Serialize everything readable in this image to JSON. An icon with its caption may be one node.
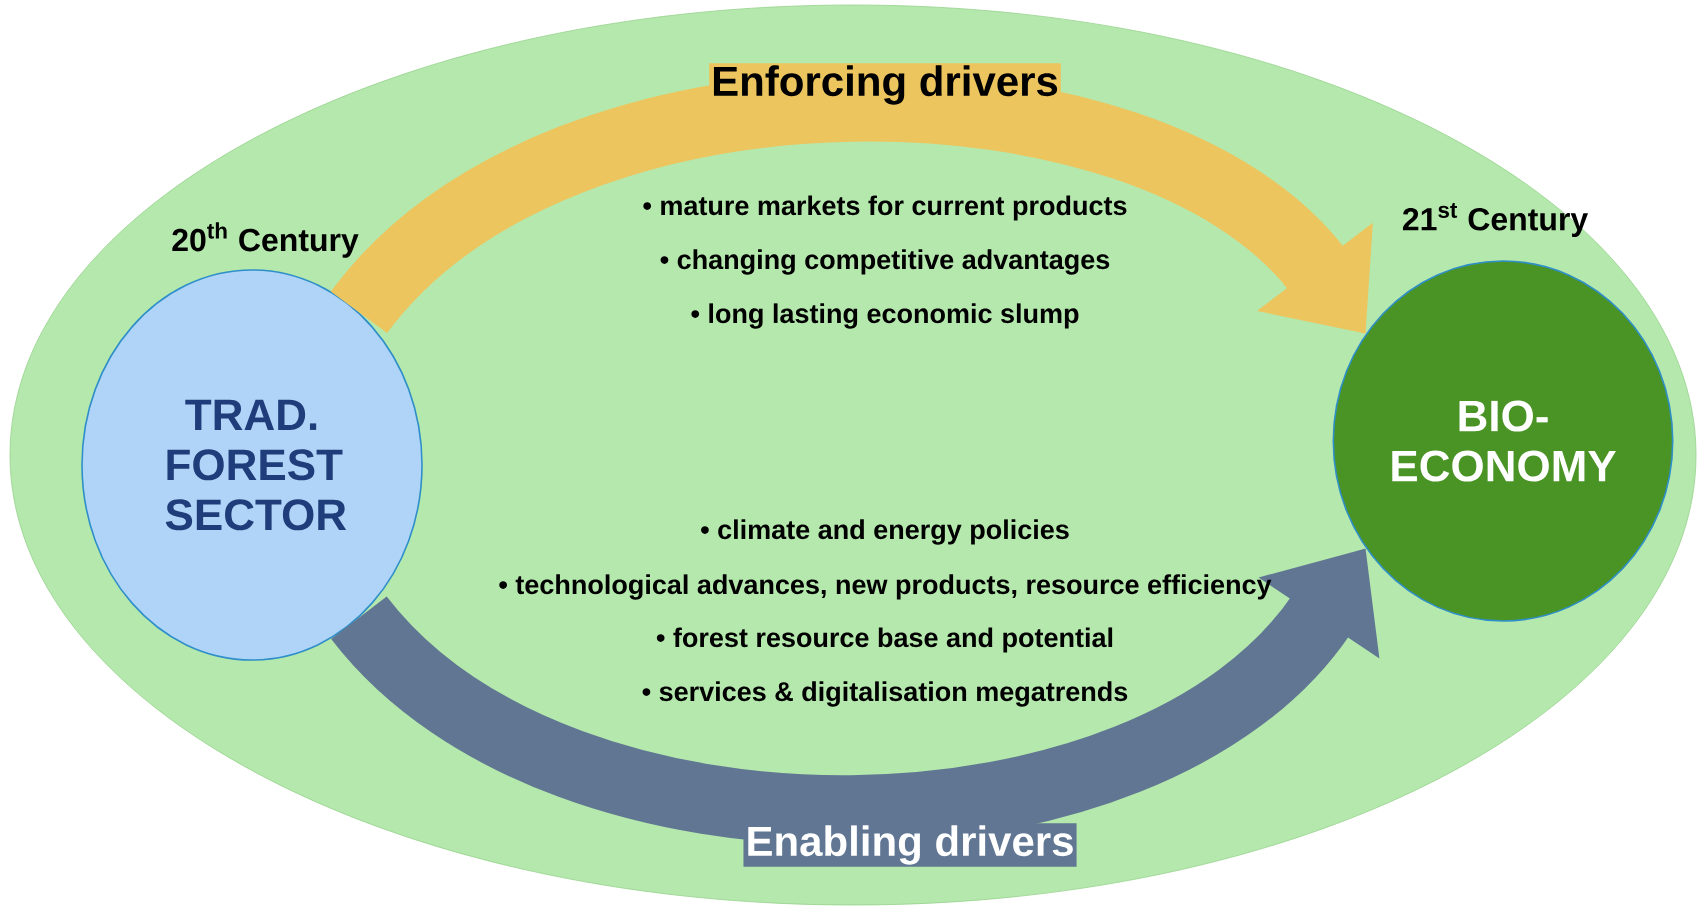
{
  "diagram": {
    "nodes": [
      {
        "text": [
          "TRAD. FOREST SECTOR"
        ],
        "beside": [
          "20$^{th}$ Century"
        ]
      },
      {
        "text": [
          "BIO-ECONOMY"
        ],
        "beside": [
          "21$^{st}$ Century"
        ]
      }
    ],
    "edges": [
      {
        "from": 0,
        "to": 1,
        "arrow": "to",
        "label": "Enforcing drivers",
        "color": "#ecc55e"
      },
      {
        "from": 0,
        "to": 1,
        "arrow": "to",
        "label": "Enabling drivers",
        "color": "#607693"
      }
    ],
    "labels": [
      "• mature markets for current products",
      "• changing competitive advantages",
      "• long lasting economic slump",
      "• climate and energy policies",
      "• technological advances, new products, resource efficiency",
      "• forest resource base and potential",
      "• services & digitalisation megatrends"
    ]
  }
}
